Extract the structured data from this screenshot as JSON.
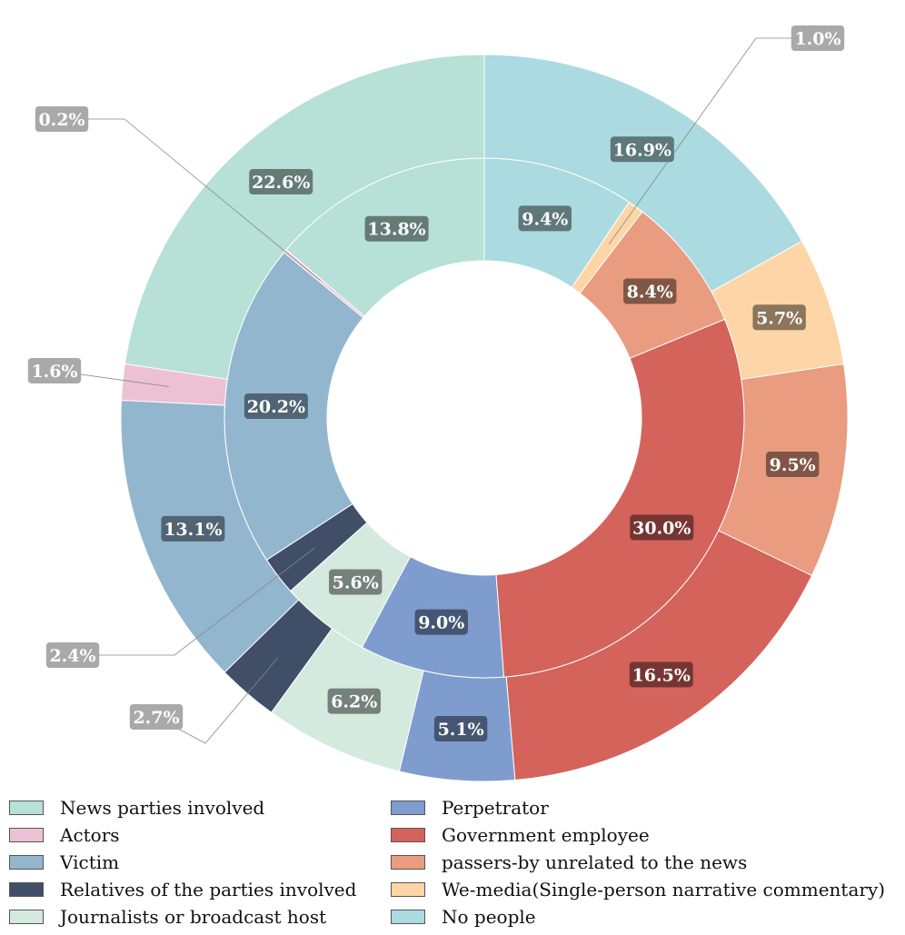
{
  "chart_data": {
    "type": "pie",
    "subtype": "nested-donut",
    "categories": [
      "News parties involved",
      "Actors",
      "Victim",
      "Relatives of the parties involved",
      "Journalists or broadcast host",
      "Perpetrator",
      "Government employee",
      "passers-by unrelated to the news",
      "We-media(Single-person narrative commentary)",
      "No people"
    ],
    "colors": [
      "#b7e0d6",
      "#ebc1d3",
      "#93b6cf",
      "#404e67",
      "#d5eadf",
      "#7f9ccf",
      "#d4635c",
      "#e99c80",
      "#fdd5a6",
      "#abdae0"
    ],
    "series": [
      {
        "ring": "inner",
        "values": [
          13.8,
          0.2,
          20.2,
          2.4,
          5.6,
          9.0,
          30.0,
          8.4,
          1.0,
          9.4
        ]
      },
      {
        "ring": "outer",
        "values": [
          22.6,
          1.6,
          13.1,
          2.7,
          6.2,
          5.1,
          16.5,
          9.5,
          5.7,
          16.9
        ]
      }
    ],
    "start_angle": "top, counter-clockwise",
    "legend_position": "bottom, two columns"
  },
  "legend": {
    "items": [
      {
        "label": "News parties involved",
        "color": "#b7e0d6"
      },
      {
        "label": "Actors",
        "color": "#ebc1d3"
      },
      {
        "label": "Victim",
        "color": "#93b6cf"
      },
      {
        "label": "Relatives of the parties involved",
        "color": "#404e67"
      },
      {
        "label": "Journalists or broadcast host",
        "color": "#d5eadf"
      },
      {
        "label": "Perpetrator",
        "color": "#7f9ccf"
      },
      {
        "label": "Government employee",
        "color": "#d4635c"
      },
      {
        "label": "passers-by unrelated to the news",
        "color": "#e99c80"
      },
      {
        "label": "We-media(Single-person narrative commentary)",
        "color": "#fdd5a6"
      },
      {
        "label": "No people",
        "color": "#abdae0"
      }
    ]
  }
}
